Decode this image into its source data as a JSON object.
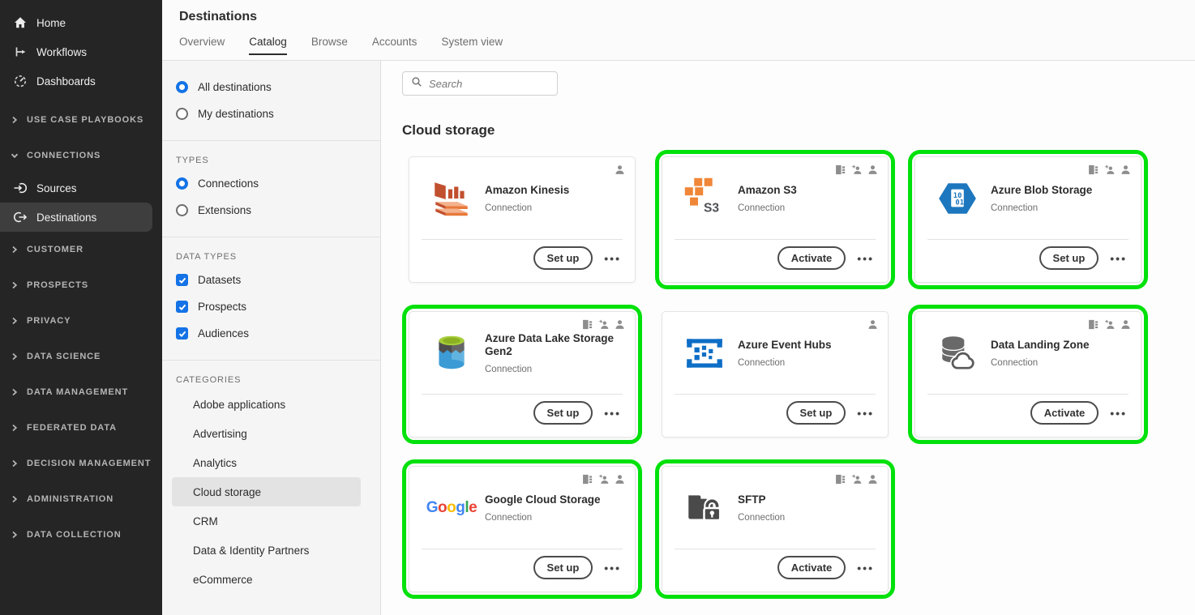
{
  "colors": {
    "accent_blue": "#1473e6",
    "highlight_green": "#00e10b",
    "sidebar_bg": "#252525"
  },
  "sidebar": {
    "primary_items": [
      {
        "label": "Home",
        "icon": "home-icon"
      },
      {
        "label": "Workflows",
        "icon": "workflows-icon"
      },
      {
        "label": "Dashboards",
        "icon": "dashboards-icon"
      }
    ],
    "sections": [
      {
        "label": "USE CASE PLAYBOOKS",
        "expanded": false,
        "children": []
      },
      {
        "label": "CONNECTIONS",
        "expanded": true,
        "children": [
          {
            "label": "Sources",
            "icon": "sources-icon",
            "selected": false
          },
          {
            "label": "Destinations",
            "icon": "destinations-icon",
            "selected": true
          }
        ]
      },
      {
        "label": "CUSTOMER",
        "expanded": false,
        "children": []
      },
      {
        "label": "PROSPECTS",
        "expanded": false,
        "children": []
      },
      {
        "label": "PRIVACY",
        "expanded": false,
        "children": []
      },
      {
        "label": "DATA SCIENCE",
        "expanded": false,
        "children": []
      },
      {
        "label": "DATA MANAGEMENT",
        "expanded": false,
        "children": []
      },
      {
        "label": "FEDERATED DATA",
        "expanded": false,
        "children": []
      },
      {
        "label": "DECISION MANAGEMENT",
        "expanded": false,
        "children": []
      },
      {
        "label": "ADMINISTRATION",
        "expanded": false,
        "children": []
      },
      {
        "label": "DATA COLLECTION",
        "expanded": false,
        "children": []
      }
    ]
  },
  "header": {
    "title": "Destinations",
    "tabs": [
      {
        "label": "Overview",
        "active": false
      },
      {
        "label": "Catalog",
        "active": true
      },
      {
        "label": "Browse",
        "active": false
      },
      {
        "label": "Accounts",
        "active": false
      },
      {
        "label": "System view",
        "active": false
      }
    ]
  },
  "filters": {
    "scope": {
      "options": [
        {
          "label": "All destinations",
          "selected": true
        },
        {
          "label": "My destinations",
          "selected": false
        }
      ]
    },
    "types": {
      "heading": "TYPES",
      "options": [
        {
          "label": "Connections",
          "selected": true
        },
        {
          "label": "Extensions",
          "selected": false
        }
      ]
    },
    "data_types": {
      "heading": "DATA TYPES",
      "options": [
        {
          "label": "Datasets",
          "checked": true
        },
        {
          "label": "Prospects",
          "checked": true
        },
        {
          "label": "Audiences",
          "checked": true
        }
      ]
    },
    "categories": {
      "heading": "CATEGORIES",
      "items": [
        {
          "label": "Adobe applications",
          "selected": false
        },
        {
          "label": "Advertising",
          "selected": false
        },
        {
          "label": "Analytics",
          "selected": false
        },
        {
          "label": "Cloud storage",
          "selected": true
        },
        {
          "label": "CRM",
          "selected": false
        },
        {
          "label": "Data & Identity Partners",
          "selected": false
        },
        {
          "label": "eCommerce",
          "selected": false
        }
      ]
    }
  },
  "catalog": {
    "search_placeholder": "Search",
    "section_title": "Cloud storage",
    "more_label": "•••",
    "cards": [
      {
        "title": "Amazon Kinesis",
        "subtitle": "Connection",
        "action": "Set up",
        "logo": "amazon-kinesis-logo",
        "highlighted": false,
        "meta_icons": [
          "audiences-icon"
        ]
      },
      {
        "title": "Amazon S3",
        "subtitle": "Connection",
        "action": "Activate",
        "logo": "amazon-s3-logo",
        "logo_text": "S3",
        "highlighted": true,
        "meta_icons": [
          "datasets-icon",
          "prospects-icon",
          "audiences-icon"
        ]
      },
      {
        "title": "Azure Blob Storage",
        "subtitle": "Connection",
        "action": "Set up",
        "logo": "azure-blob-storage-logo",
        "logo_text_line1": "10",
        "logo_text_line2": "01",
        "highlighted": true,
        "meta_icons": [
          "datasets-icon",
          "prospects-icon",
          "audiences-icon"
        ]
      },
      {
        "title": "Azure Data Lake Storage Gen2",
        "subtitle": "Connection",
        "action": "Set up",
        "logo": "azure-data-lake-gen2-logo",
        "highlighted": true,
        "meta_icons": [
          "datasets-icon",
          "prospects-icon",
          "audiences-icon"
        ]
      },
      {
        "title": "Azure Event Hubs",
        "subtitle": "Connection",
        "action": "Set up",
        "logo": "azure-event-hubs-logo",
        "highlighted": false,
        "meta_icons": [
          "audiences-icon"
        ]
      },
      {
        "title": "Data Landing Zone",
        "subtitle": "Connection",
        "action": "Activate",
        "logo": "data-landing-zone-logo",
        "highlighted": true,
        "meta_icons": [
          "datasets-icon",
          "prospects-icon",
          "audiences-icon"
        ]
      },
      {
        "title": "Google Cloud Storage",
        "subtitle": "Connection",
        "action": "Set up",
        "logo": "google-cloud-storage-logo",
        "logo_text": "Google",
        "highlighted": true,
        "meta_icons": [
          "datasets-icon",
          "prospects-icon",
          "audiences-icon"
        ]
      },
      {
        "title": "SFTP",
        "subtitle": "Connection",
        "action": "Activate",
        "logo": "sftp-logo",
        "highlighted": true,
        "meta_icons": [
          "datasets-icon",
          "prospects-icon",
          "audiences-icon"
        ]
      }
    ]
  }
}
